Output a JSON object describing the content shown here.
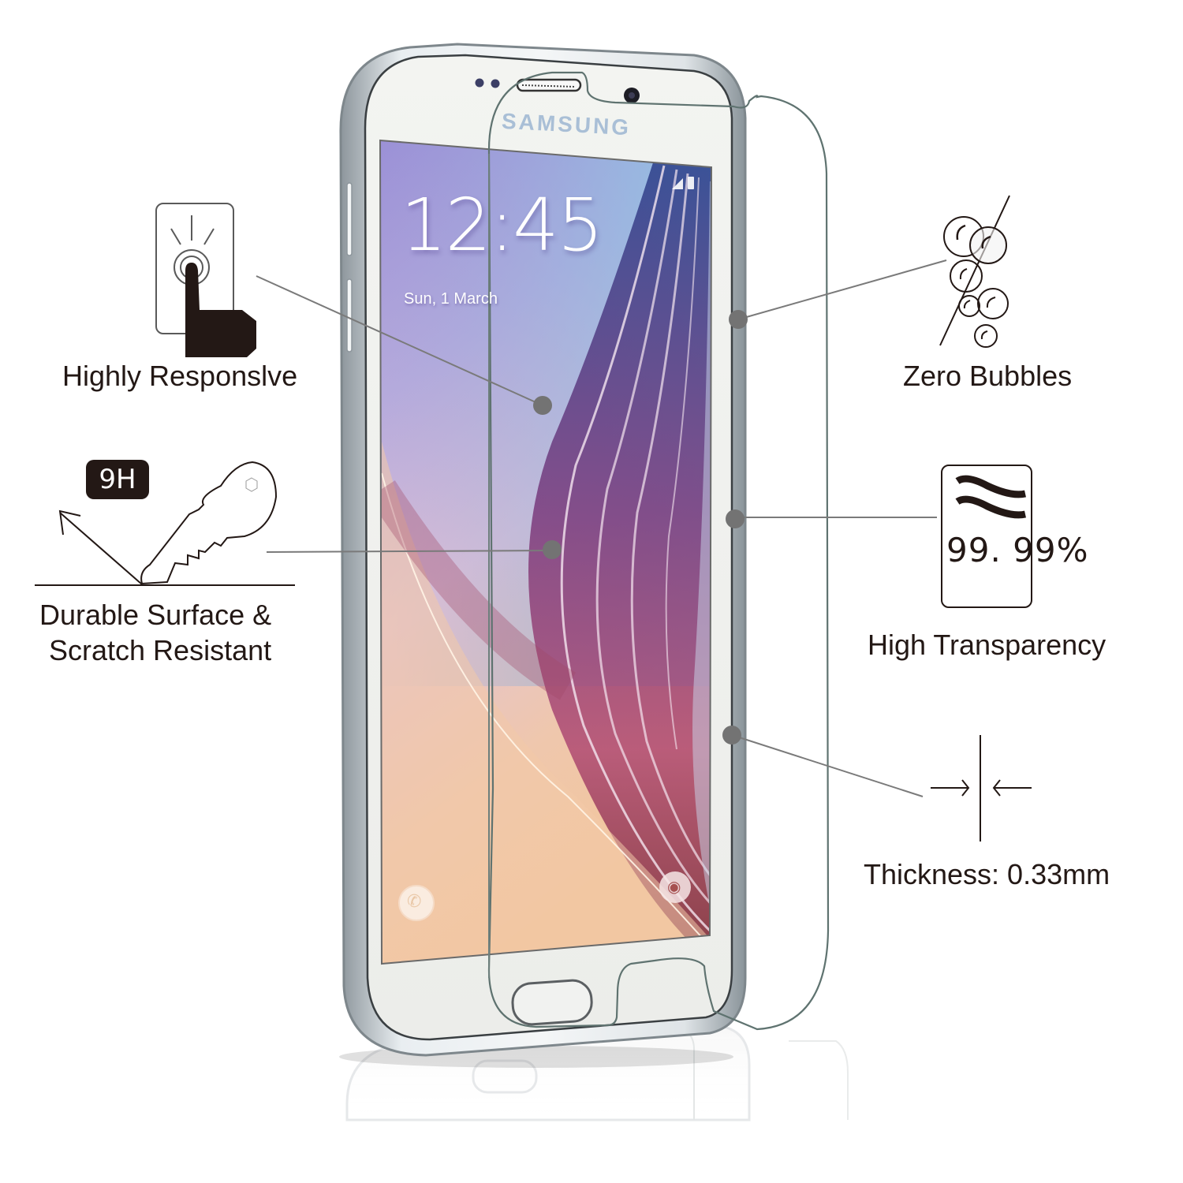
{
  "product": {
    "phone_brand": "SAMSUNG",
    "lock_screen": {
      "time": "12:45",
      "date": "Sun, 1 March"
    }
  },
  "features": {
    "highly_responsive": {
      "label": "Highly Responslve",
      "icon": "touch-finger-icon"
    },
    "durable": {
      "label_line1": "Durable Surface &",
      "label_line2": "Scratch Resistant",
      "badge": "9H",
      "icon": "key-scratch-icon"
    },
    "zero_bubbles": {
      "label": "Zero Bubbles",
      "icon": "bubbles-icon"
    },
    "transparency": {
      "label": "High Transparency",
      "value": "99. 99%",
      "icon": "approx-transparency-icon"
    },
    "thickness": {
      "label": "Thickness: 0.33mm",
      "icon": "thickness-arrows-icon"
    }
  },
  "colors": {
    "text": "#231815",
    "callout_line": "#7a7a7a",
    "callout_dot": "#737373",
    "film_outline": "#5f7370"
  }
}
